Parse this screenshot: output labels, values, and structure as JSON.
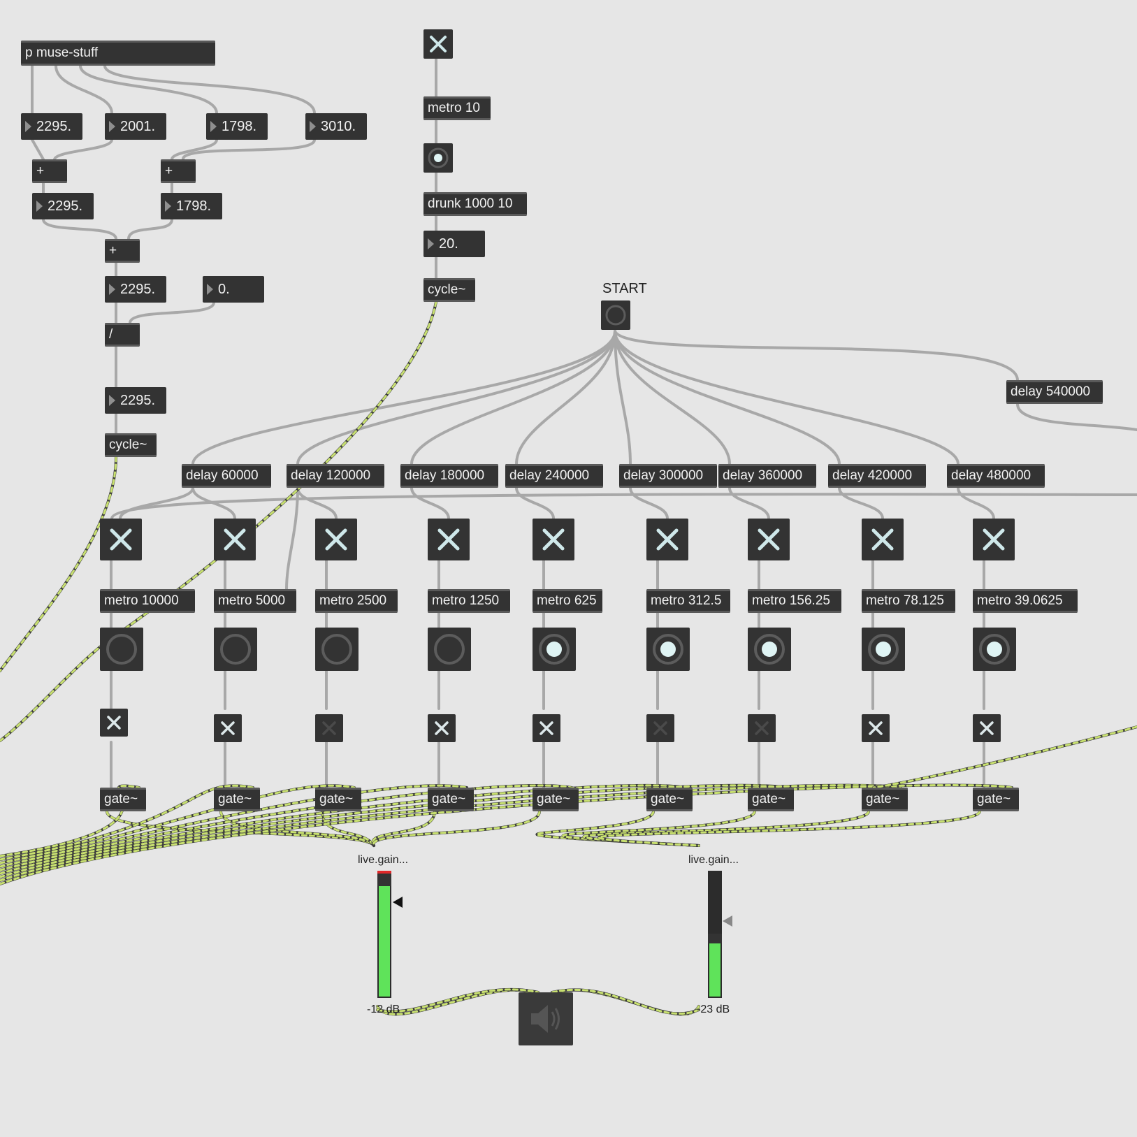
{
  "patcher": {
    "subpatch": {
      "label": "p muse-stuff"
    },
    "numbers": {
      "n_a": "2295.",
      "n_b": "2001.",
      "n_c": "1798.",
      "n_d": "3010.",
      "n_e": "2295.",
      "n_f": "1798.",
      "n_g": "2295.",
      "n_h": "0.",
      "n_i": "2295.",
      "n_freq": "20."
    },
    "ops": {
      "plus": "+",
      "divide": "/"
    },
    "cycle_label": "cycle~",
    "metro_10": "metro 10",
    "drunk": "drunk 1000 10",
    "start_comment": "START",
    "delays": [
      "delay 60000",
      "delay 120000",
      "delay 180000",
      "delay 240000",
      "delay 300000",
      "delay 360000",
      "delay 420000",
      "delay 480000",
      "delay 540000"
    ],
    "metros": [
      "metro 10000",
      "metro 5000",
      "metro 2500",
      "metro 1250",
      "metro 625",
      "metro 312.5",
      "metro 156.25",
      "metro 78.125",
      "metro 39.0625"
    ],
    "toggle_states": {
      "top": [
        true,
        true,
        true,
        true,
        true,
        true,
        true,
        true,
        true
      ],
      "bottom": [
        true,
        true,
        false,
        true,
        true,
        false,
        false,
        true,
        true
      ]
    },
    "bang_states": [
      false,
      false,
      false,
      false,
      true,
      true,
      true,
      true,
      true
    ],
    "gate_label": "gate~",
    "gains": [
      {
        "label": "live.gain...",
        "value": "-12 dB",
        "level": 0.92
      },
      {
        "label": "live.gain...",
        "value": "-23 dB",
        "level": 0.5
      }
    ],
    "dac_icon": "speaker-icon",
    "colors": {
      "background": "#e6e6e6",
      "object": "#333333",
      "patchcord": "#a8a8a8",
      "signal_cord": "#b8d36a",
      "meter_green": "#5fe35a"
    }
  }
}
